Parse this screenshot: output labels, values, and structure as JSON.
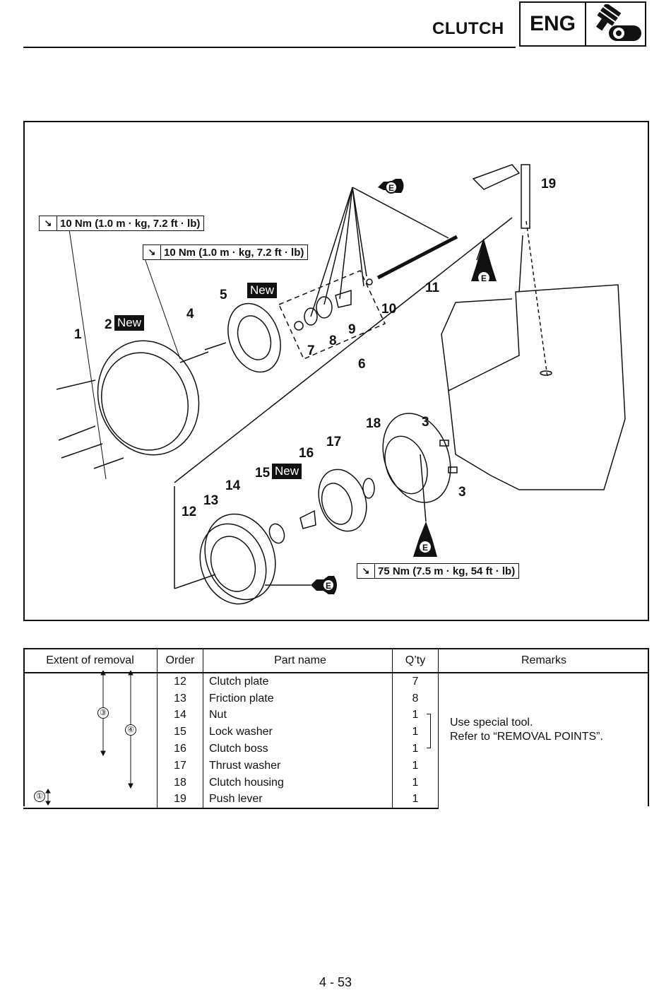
{
  "header": {
    "section_title": "CLUTCH",
    "tab_label": "ENG",
    "tab_icon": "engine-icon"
  },
  "diagram": {
    "torque_labels": [
      "10 Nm (1.0 m · kg, 7.2 ft · lb)",
      "10 Nm (1.0 m · kg, 7.2 ft · lb)",
      "75 Nm (7.5 m · kg, 54 ft · lb)"
    ],
    "new_label": "New",
    "oil_label": "E",
    "callouts": [
      "1",
      "2",
      "3",
      "3",
      "4",
      "5",
      "6",
      "7",
      "8",
      "9",
      "10",
      "11",
      "12",
      "13",
      "14",
      "15",
      "16",
      "17",
      "18",
      "19"
    ]
  },
  "table": {
    "headers": [
      "Extent of removal",
      "Order",
      "Part name",
      "Q’ty",
      "Remarks"
    ],
    "rows": [
      {
        "order": "12",
        "part": "Clutch plate",
        "qty": "7"
      },
      {
        "order": "13",
        "part": "Friction plate",
        "qty": "8"
      },
      {
        "order": "14",
        "part": "Nut",
        "qty": "1"
      },
      {
        "order": "15",
        "part": "Lock washer",
        "qty": "1"
      },
      {
        "order": "16",
        "part": "Clutch boss",
        "qty": "1"
      },
      {
        "order": "17",
        "part": "Thrust washer",
        "qty": "1"
      },
      {
        "order": "18",
        "part": "Clutch housing",
        "qty": "1"
      },
      {
        "order": "19",
        "part": "Push lever",
        "qty": "1"
      }
    ],
    "remarks": [
      "Use special tool.",
      "Refer to “REMOVAL POINTS”."
    ],
    "extent_markers": [
      "③",
      "④",
      "①"
    ]
  },
  "footer": {
    "page_number": "4 - 53"
  }
}
